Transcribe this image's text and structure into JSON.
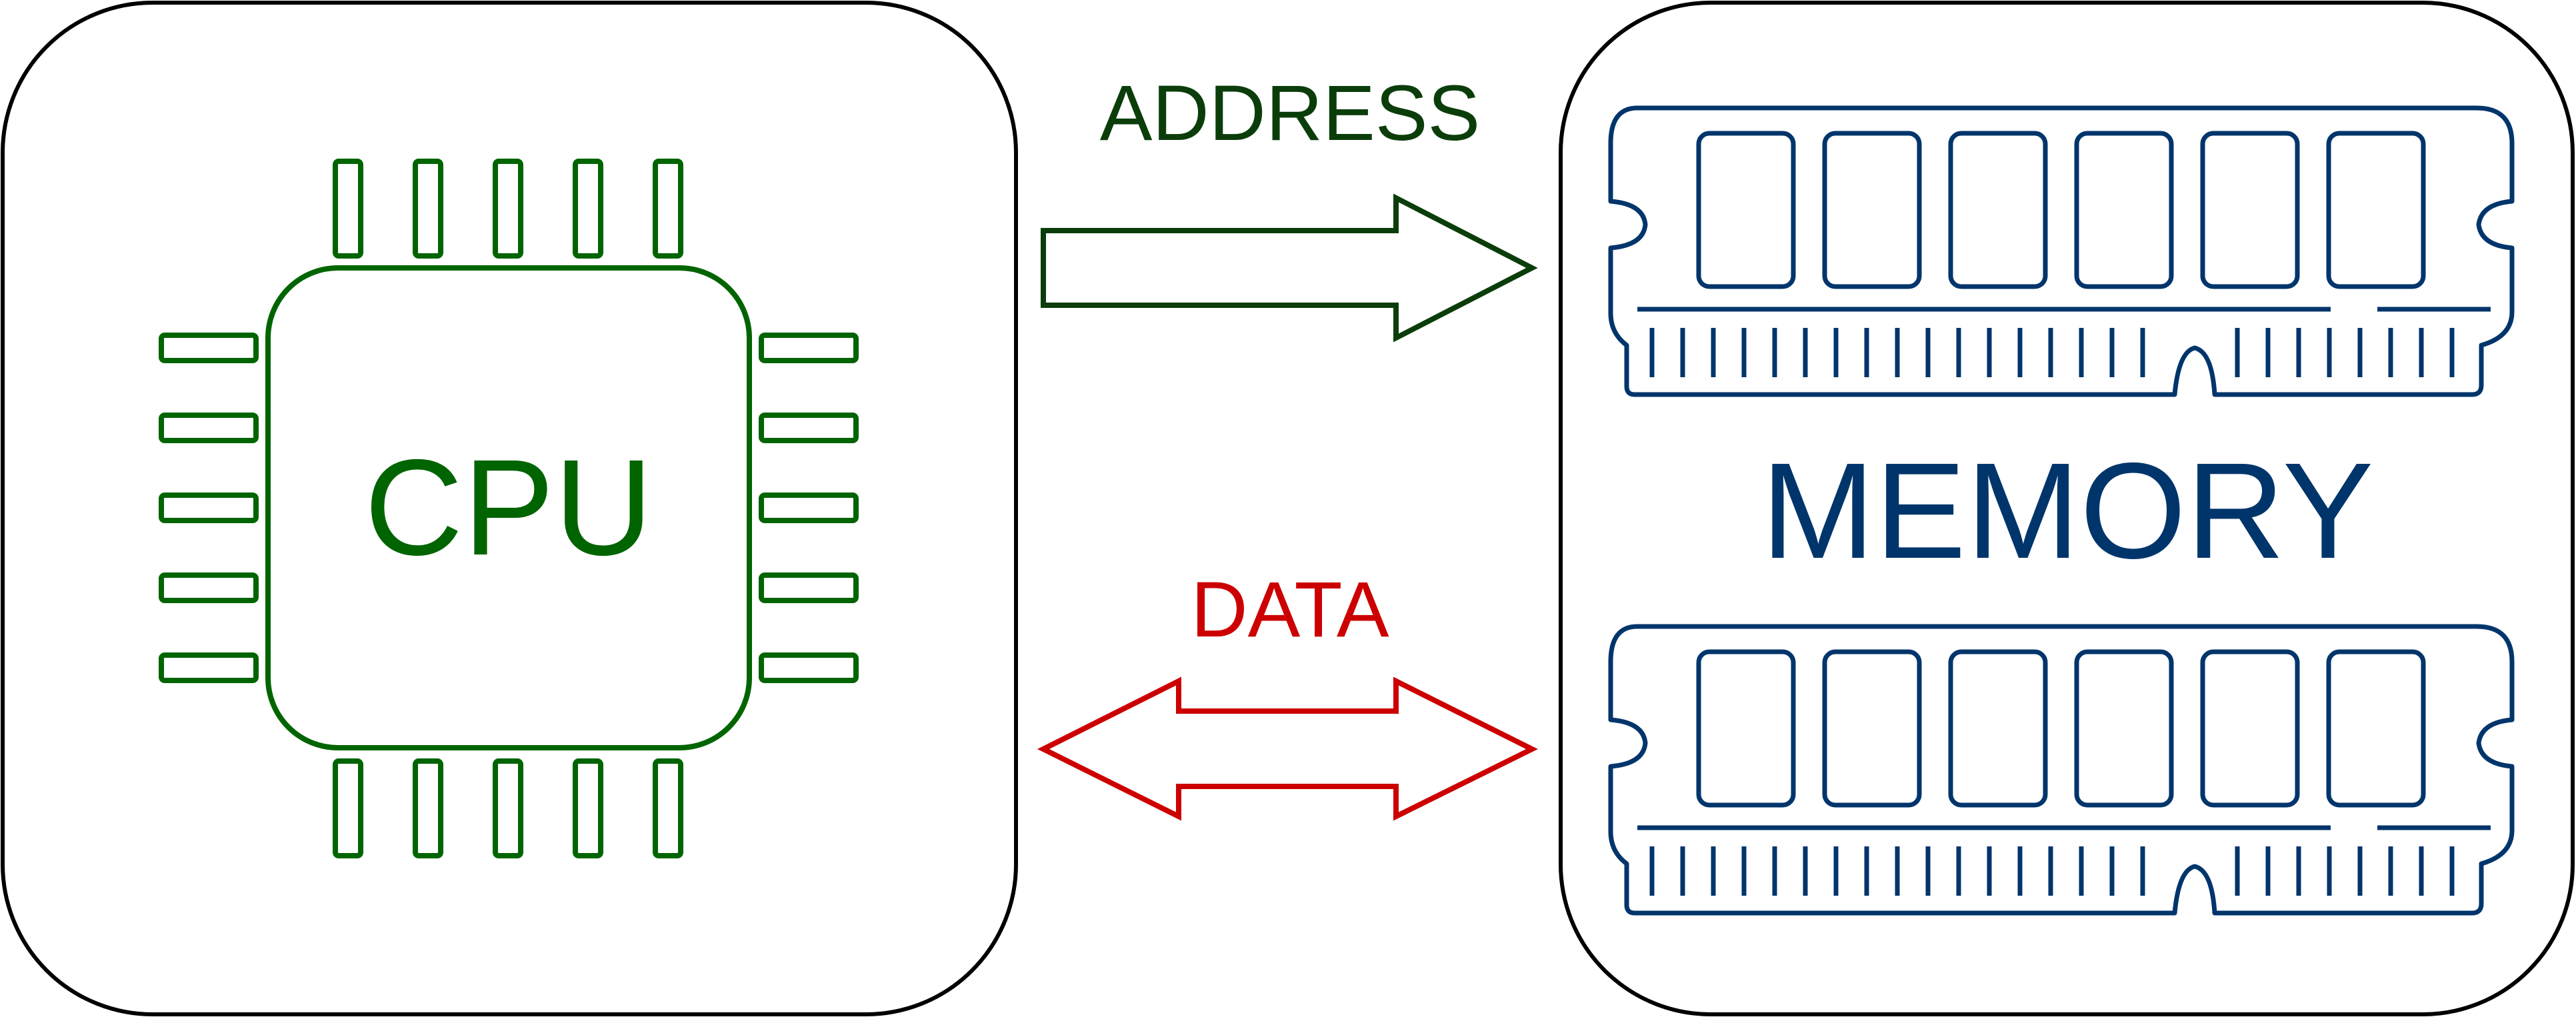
{
  "cpu": {
    "label": "CPU",
    "color": "#006400"
  },
  "memory": {
    "label": "MEMORY",
    "color": "#00356b"
  },
  "address_bus": {
    "label": "ADDRESS",
    "color": "#0b3d0b",
    "direction": "cpu-to-memory"
  },
  "data_bus": {
    "label": "DATA",
    "color": "#cc0000",
    "direction": "bidirectional"
  },
  "frame_color": "#000000",
  "icons": [
    "cpu-chip-icon",
    "ram-module-icon"
  ]
}
